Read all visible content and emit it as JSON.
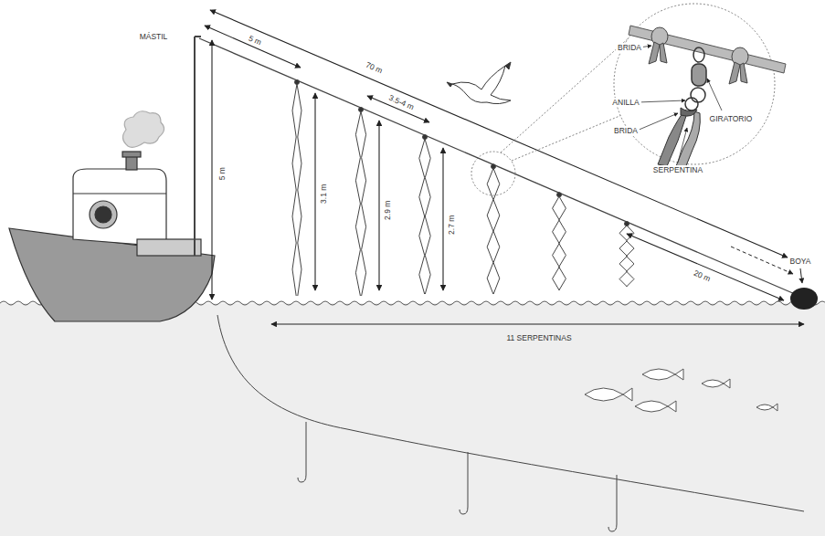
{
  "diagram": {
    "labels": [
      "MÁSTIL",
      "5 m",
      "70 m",
      "3.5-4 m",
      "5 m",
      "3.1 m",
      "2.9 m",
      "2.7 m",
      "20 m",
      "BOYA",
      "11 SERPENTINAS",
      "BRIDA",
      "ANILLA",
      "BRIDA",
      "GIRATORIO",
      "SERPENTINA"
    ]
  }
}
